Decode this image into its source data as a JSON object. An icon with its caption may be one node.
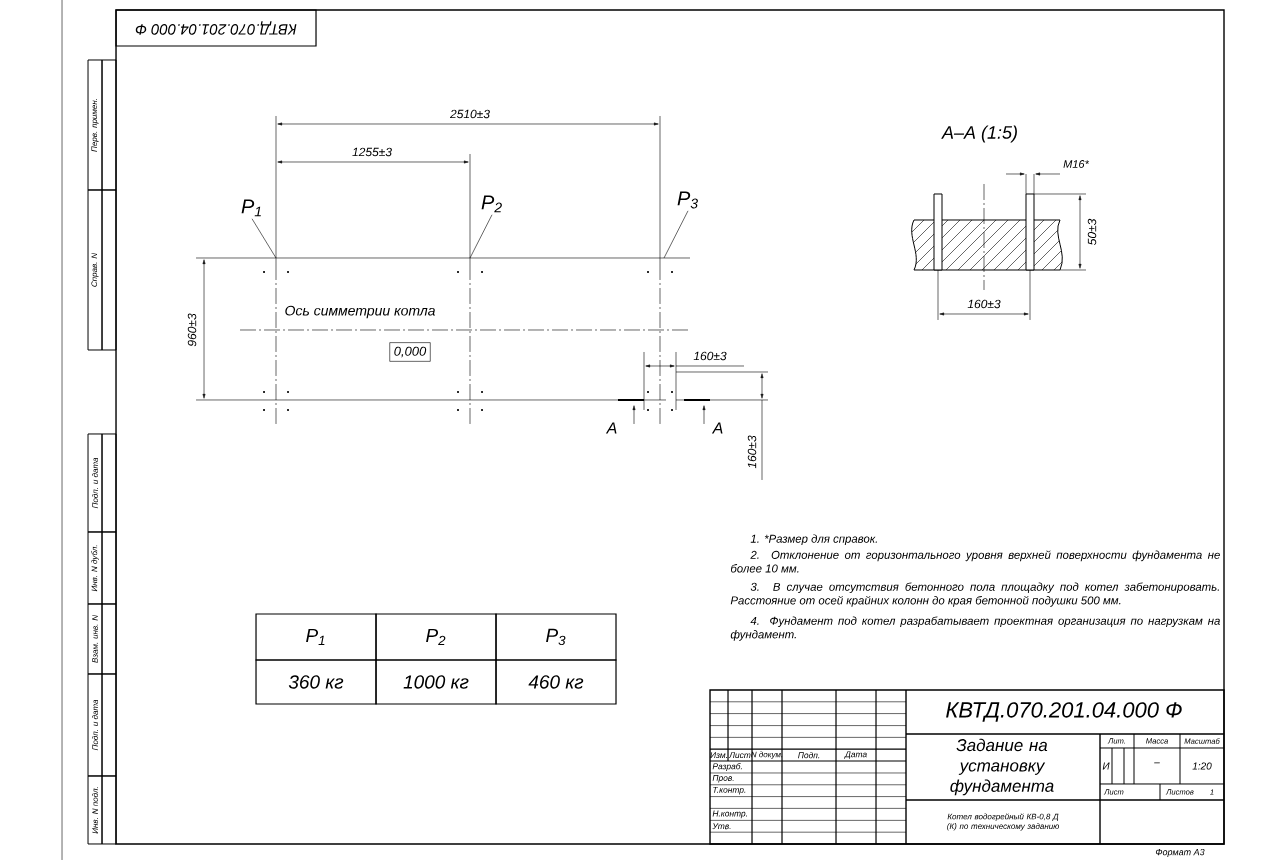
{
  "diagram": {
    "nodes": [
      {
        "text": [
          "P$_{1}$"
        ]
      },
      {
        "text": [
          "P$_{2}$"
        ]
      },
      {
        "text": [
          "P$_{3}$"
        ]
      }
    ],
    "edges": [
      {
        "from": 0,
        "to": null,
        "arrow": "none"
      },
      {
        "from": 1,
        "to": null,
        "arrow": "none"
      },
      {
        "from": 2,
        "to": null,
        "arrow": "none"
      }
    ],
    "labels": [
      "КВТД.070.201.04.000 Ф",
      "2510±3",
      "1255±3",
      "Ось симметрии котла",
      "0,000",
      "960±3",
      "160±3",
      "A",
      "A",
      "160±3",
      "A–A (1:5)",
      "M16*",
      "50±3",
      "160±3",
      "Перв. примен.",
      "Справ. N",
      "Подп. и дата",
      "Инв. N дубл.",
      "Взам. инв. N",
      "Подп. и дата",
      "Инв. N подл.",
      "1. *Размер для справок.",
      "2. Отклонение от горизонтального уровня верхней поверхности фундамента не более 10 мм.",
      "3. В случае отсутствия бетонного пола площадку под котел забетонировать. Расстояние от осей крайних колонн до края бетонной подушки 500 мм.",
      "4. Фундамент под котел разрабатывает проектная организация по нагрузкам на фундамент.",
      "P$_{1}$",
      "P$_{2}$",
      "P$_{3}$",
      "360 кг",
      "1000 кг",
      "460 кг",
      "КВТД.070.201.04.000 Ф",
      "Изм.",
      "Лист",
      "N докум.",
      "Подп.",
      "Дата",
      "Разраб.",
      "Пров.",
      "Т.контр.",
      "Н.контр.",
      "Утв.",
      "Задание на установку фундамента",
      "Лит.",
      "Масса",
      "Масштаб",
      "И",
      "–",
      "1:20",
      "Лист",
      "Листов",
      "1",
      "Котел водогрейный КВ-0,8 Д (К) по техническому заданию",
      "Формат А3"
    ]
  }
}
